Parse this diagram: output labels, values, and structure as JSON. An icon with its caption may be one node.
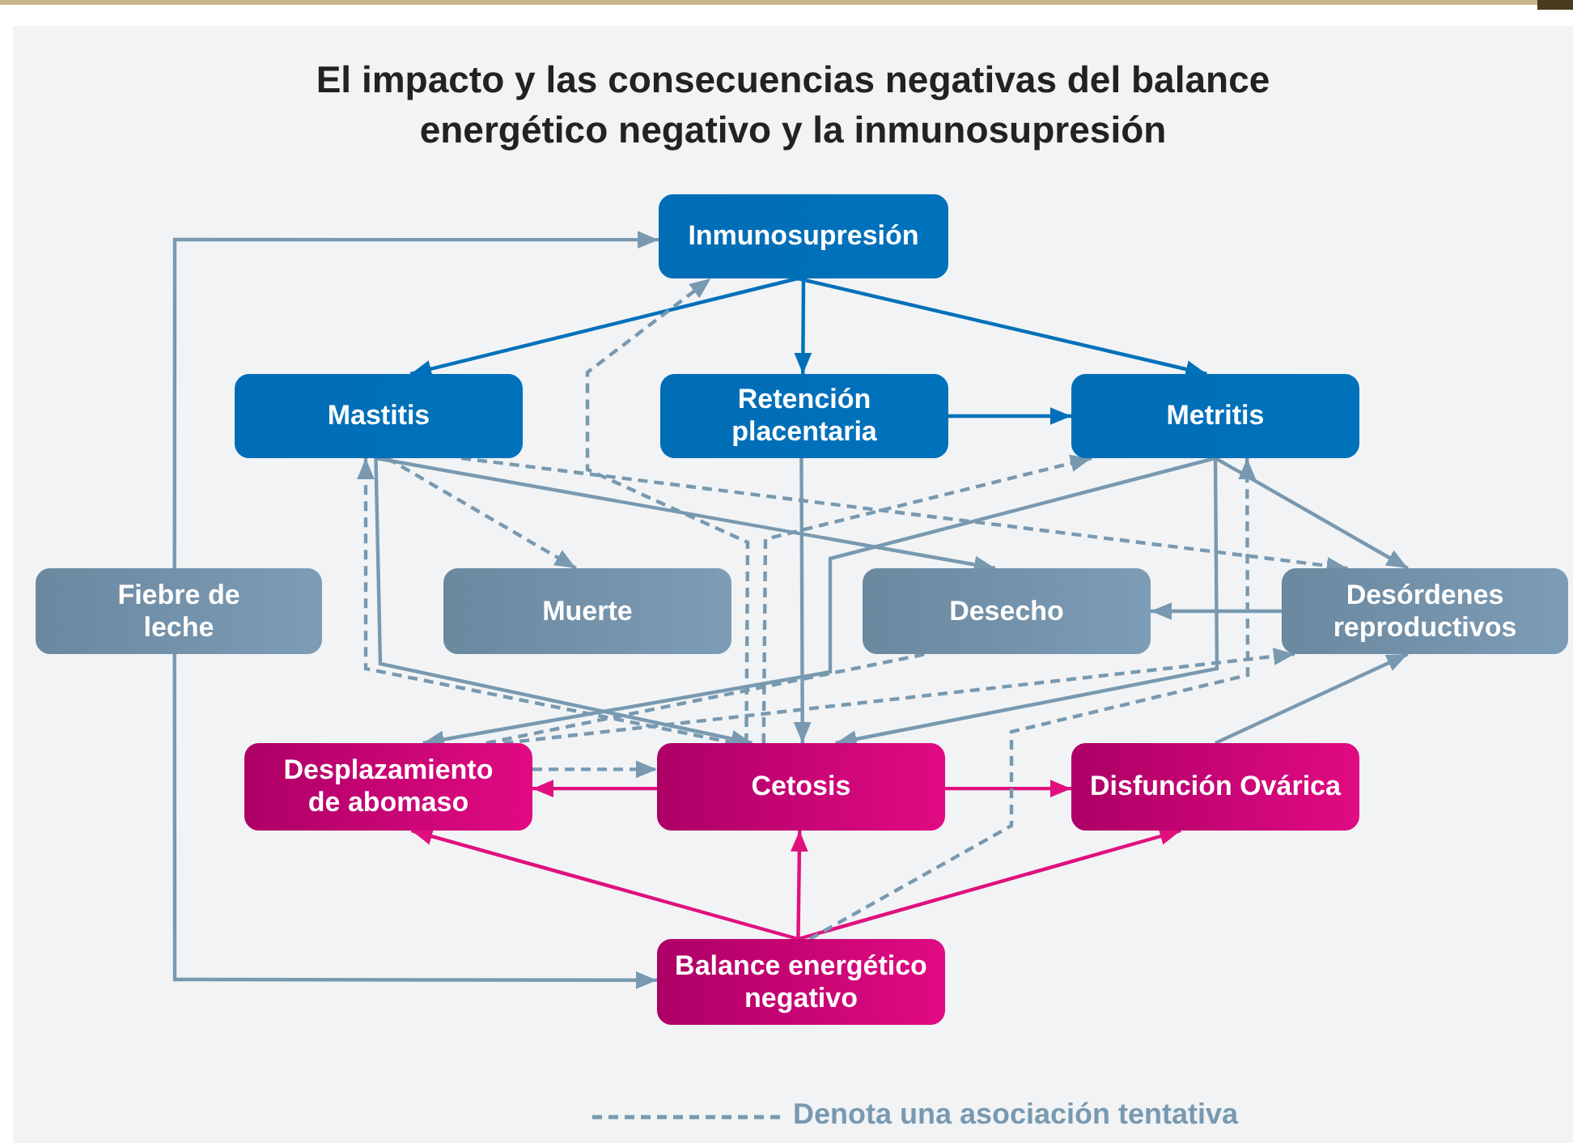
{
  "diagram": {
    "title": "El impacto y las consecuencias negativas del balance energético negativo y la inmunosupresión",
    "nodes": [
      {
        "text": [
          "Inmunosupresión"
        ]
      },
      {
        "text": [
          "Mastitis"
        ]
      },
      {
        "text": [
          "Retención placentaria"
        ]
      },
      {
        "text": [
          "Metritis"
        ]
      },
      {
        "text": [
          "Fiebre de leche"
        ]
      },
      {
        "text": [
          "Muerte"
        ]
      },
      {
        "text": [
          "Desecho"
        ]
      },
      {
        "text": [
          "Desórdenes reproductivos"
        ]
      },
      {
        "text": [
          "Desplazamiento de abomaso"
        ]
      },
      {
        "text": [
          "Cetosis"
        ]
      },
      {
        "text": [
          "Disfunción Ovárica"
        ]
      },
      {
        "text": [
          "Balance energético negativo"
        ]
      }
    ],
    "edges": [
      {
        "from": 0,
        "to": 1,
        "arrow": "to",
        "color": "#0070ba"
      },
      {
        "from": 0,
        "to": 2,
        "arrow": "to",
        "color": "#0070ba"
      },
      {
        "from": 0,
        "to": 3,
        "arrow": "to",
        "color": "#0070ba"
      },
      {
        "from": 2,
        "to": 3,
        "arrow": "to",
        "color": "#0070ba"
      },
      {
        "from": 4,
        "to": 0,
        "arrow": "to"
      },
      {
        "from": 4,
        "to": 11,
        "arrow": "to"
      },
      {
        "from": 1,
        "to": 6,
        "arrow": "to"
      },
      {
        "from": 1,
        "to": 9,
        "arrow": "to"
      },
      {
        "from": 3,
        "to": 8,
        "arrow": "to"
      },
      {
        "from": 3,
        "to": 7,
        "arrow": "to"
      },
      {
        "from": 3,
        "to": 9,
        "arrow": "to"
      },
      {
        "from": 2,
        "to": 9,
        "arrow": "to"
      },
      {
        "from": 7,
        "to": 6,
        "arrow": "to"
      },
      {
        "from": 10,
        "to": 7,
        "arrow": "to"
      },
      {
        "from": 9,
        "to": 8,
        "arrow": "to",
        "color": "#e0107f"
      },
      {
        "from": 9,
        "to": 10,
        "arrow": "to",
        "color": "#e0107f"
      },
      {
        "from": 11,
        "to": 8,
        "arrow": "to",
        "color": "#e0107f"
      },
      {
        "from": 11,
        "to": 9,
        "arrow": "to",
        "color": "#e0107f"
      },
      {
        "from": 11,
        "to": 10,
        "arrow": "to",
        "color": "#e0107f"
      },
      {
        "from": 1,
        "to": 5,
        "arrow": "to",
        "style": "dashed"
      },
      {
        "from": 1,
        "to": 7,
        "arrow": "to",
        "style": "dashed"
      },
      {
        "from": 9,
        "to": 0,
        "arrow": "to",
        "style": "dashed"
      },
      {
        "from": 9,
        "to": 1,
        "arrow": "to",
        "style": "dashed"
      },
      {
        "from": 9,
        "to": 3,
        "arrow": "to",
        "style": "dashed"
      },
      {
        "from": 8,
        "to": 6,
        "arrow": "none",
        "style": "dashed"
      },
      {
        "from": 8,
        "to": 7,
        "arrow": "to",
        "style": "dashed"
      },
      {
        "from": 8,
        "to": 9,
        "arrow": "to",
        "style": "dashed"
      },
      {
        "from": 11,
        "to": 3,
        "arrow": "to",
        "style": "dashed"
      }
    ],
    "legend": [
      {
        "text": "Denota una asociación tentativa"
      }
    ]
  }
}
